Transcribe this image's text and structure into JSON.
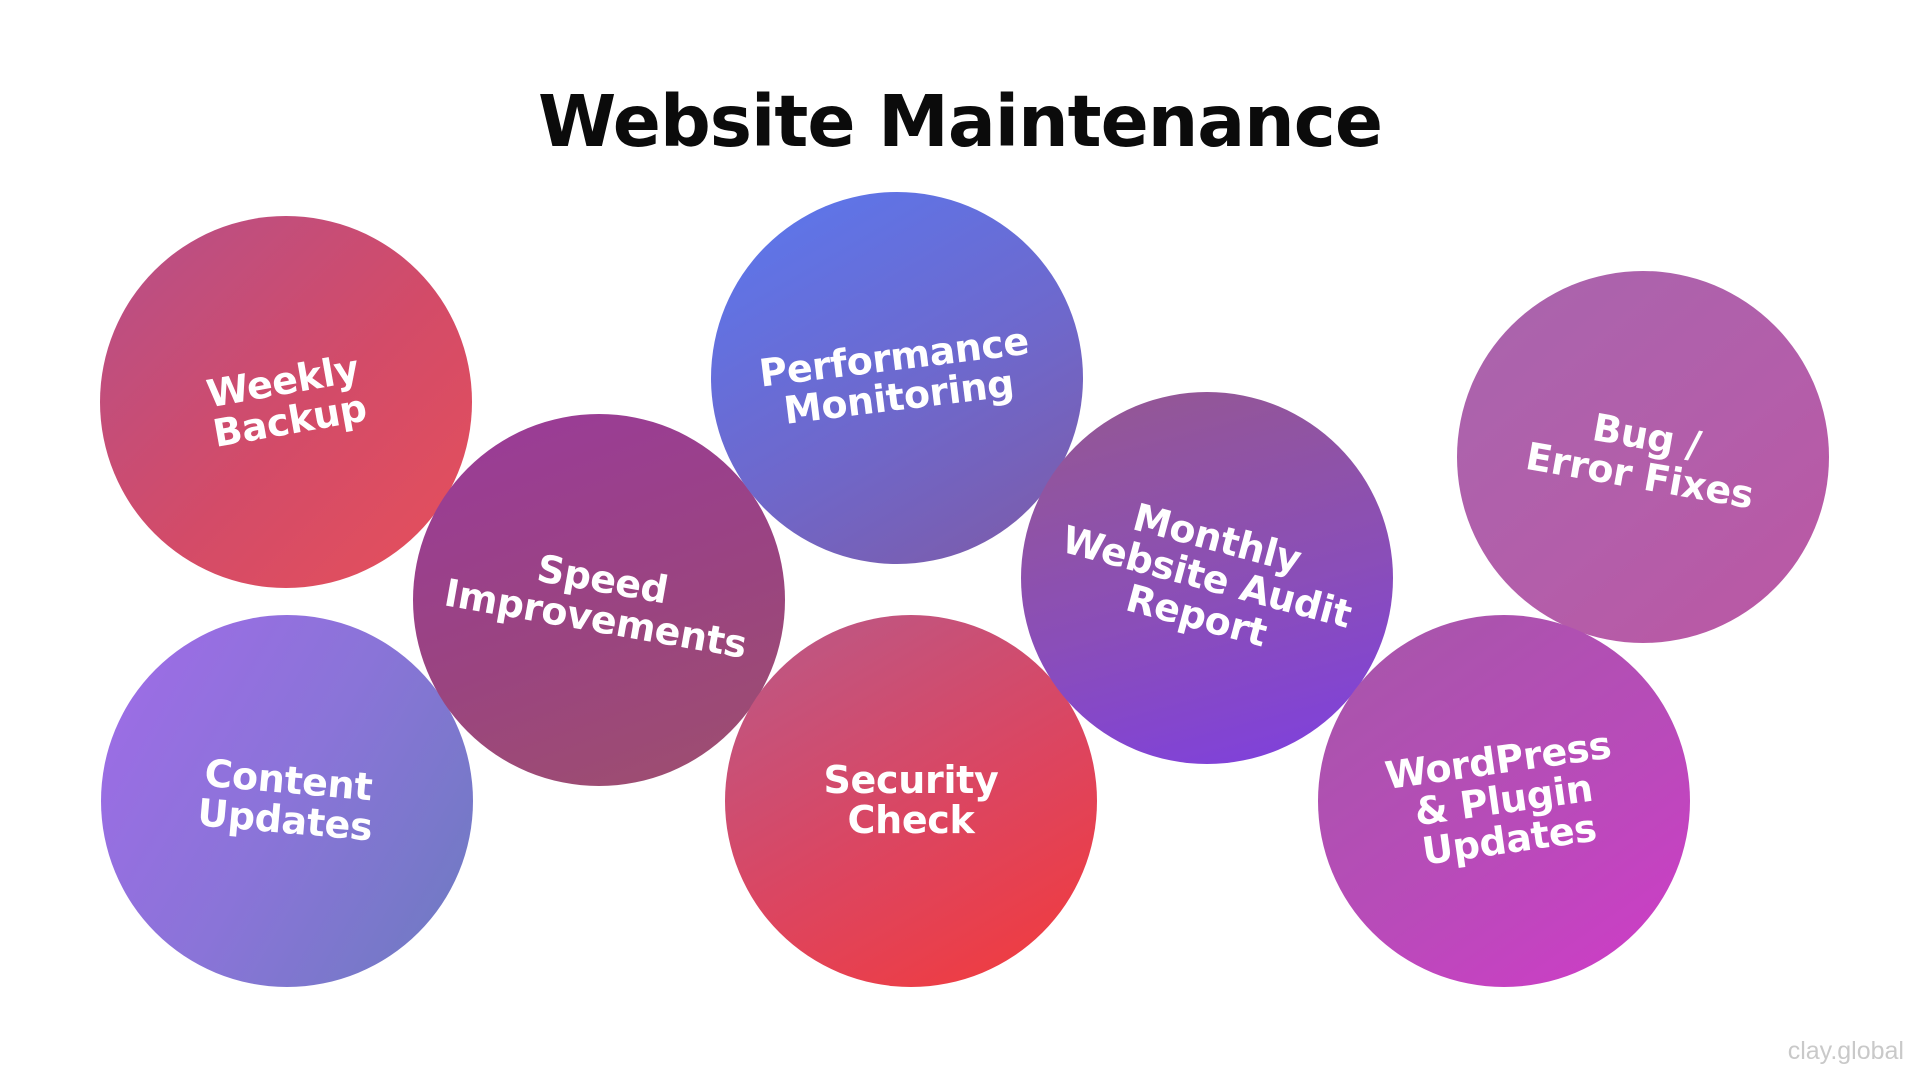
{
  "title": "Website Maintenance",
  "credit": "clay.global",
  "circles": {
    "weekly_backup": "Weekly\nBackup",
    "content_updates": "Content\nUpdates",
    "speed_improvements": "Speed\nImprovements",
    "performance_monitoring": "Performance\nMonitoring",
    "security_check": "Security\nCheck",
    "monthly_audit": "Monthly\nWebsite Audit\nReport",
    "bug_fixes": "Bug /\nError Fixes",
    "wordpress_updates": "WordPress\n& Plugin\nUpdates"
  }
}
